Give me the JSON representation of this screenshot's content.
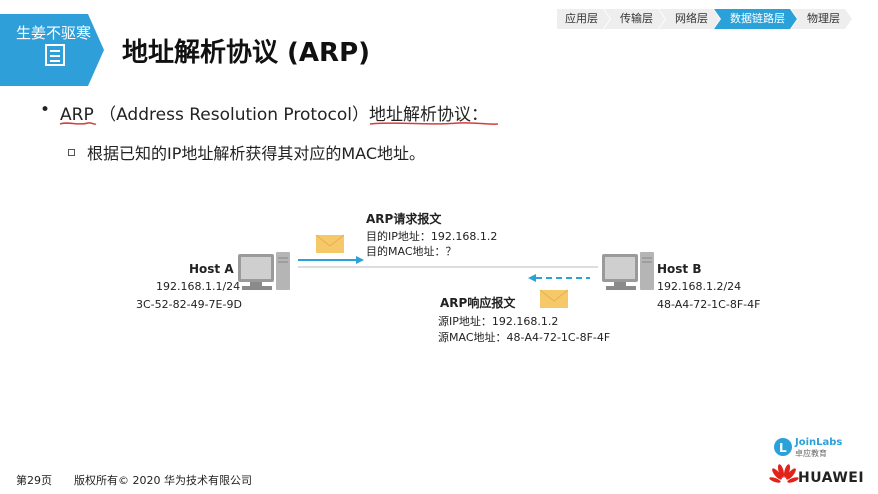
{
  "slide": {
    "badge_text": "生姜不驱寒",
    "title": "地址解析协议 (ARP)",
    "breadcrumb": [
      "应用层",
      "传输层",
      "网络层",
      "数据链路层",
      "物理层"
    ],
    "bullet_main": "ARP （Address Resolution Protocol）地址解析协议：",
    "bullet_sub": "根据已知的IP地址解析获得其对应的MAC地址。"
  },
  "diagram": {
    "host_a": {
      "name": "Host A",
      "ip": "192.168.1.1/24",
      "mac": "3C-52-82-49-7E-9D"
    },
    "host_b": {
      "name": "Host B",
      "ip": "192.168.1.2/24",
      "mac": "48-A4-72-1C-8F-4F"
    },
    "request": {
      "title": "ARP请求报文",
      "line1": "目的IP地址：192.168.1.2",
      "line2": "目的MAC地址：？"
    },
    "reply": {
      "title": "ARP响应报文",
      "line1": "源IP地址：192.168.1.2",
      "line2": "源MAC地址：48-A4-72-1C-8F-4F"
    }
  },
  "footer": {
    "page": "第29页",
    "copyright": "版权所有© 2020 华为技术有限公司",
    "joinlabs": "JoinLabs",
    "joinlabs_sub": "卓应教育",
    "huawei": "HUAWEI"
  },
  "colors": {
    "accent": "#2aa1d9",
    "title_badge": "#2e9fd8",
    "arrow": "#2aa1d9",
    "envelope": "#f5c96a",
    "huawei_red": "#e2231a"
  }
}
